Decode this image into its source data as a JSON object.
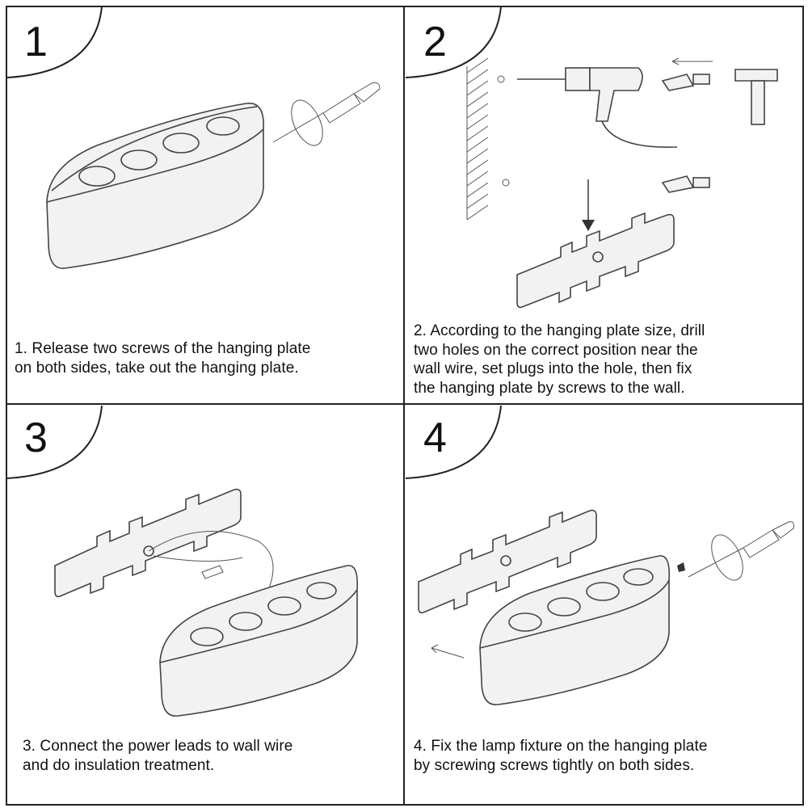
{
  "steps": [
    {
      "number": "1",
      "lines": [
        "1. Release two screws of the hanging plate",
        "on both sides, take out the hanging plate."
      ]
    },
    {
      "number": "2",
      "lines": [
        "2. According to the hanging plate size, drill",
        "two holes on the correct position near the",
        "wall wire, set plugs into the hole, then fix",
        "the hanging plate by screws to the wall."
      ]
    },
    {
      "number": "3",
      "lines": [
        "3. Connect the power leads to wall wire",
        "and do insulation treatment."
      ]
    },
    {
      "number": "4",
      "lines": [
        "4. Fix the lamp fixture on the hanging plate",
        "by screwing screws tightly on both sides."
      ]
    }
  ],
  "icons": {
    "lamp": "lamp-fixture-icon",
    "plate": "hanging-plate-icon",
    "screwdriver": "screwdriver-icon",
    "drill": "drill-icon",
    "hammer": "hammer-icon",
    "plug": "wall-plug-icon",
    "screw": "screw-icon",
    "wall": "wall-icon",
    "arrow": "arrow-icon"
  },
  "colors": {
    "line": "#444444",
    "text": "#111111",
    "background": "#ffffff"
  }
}
